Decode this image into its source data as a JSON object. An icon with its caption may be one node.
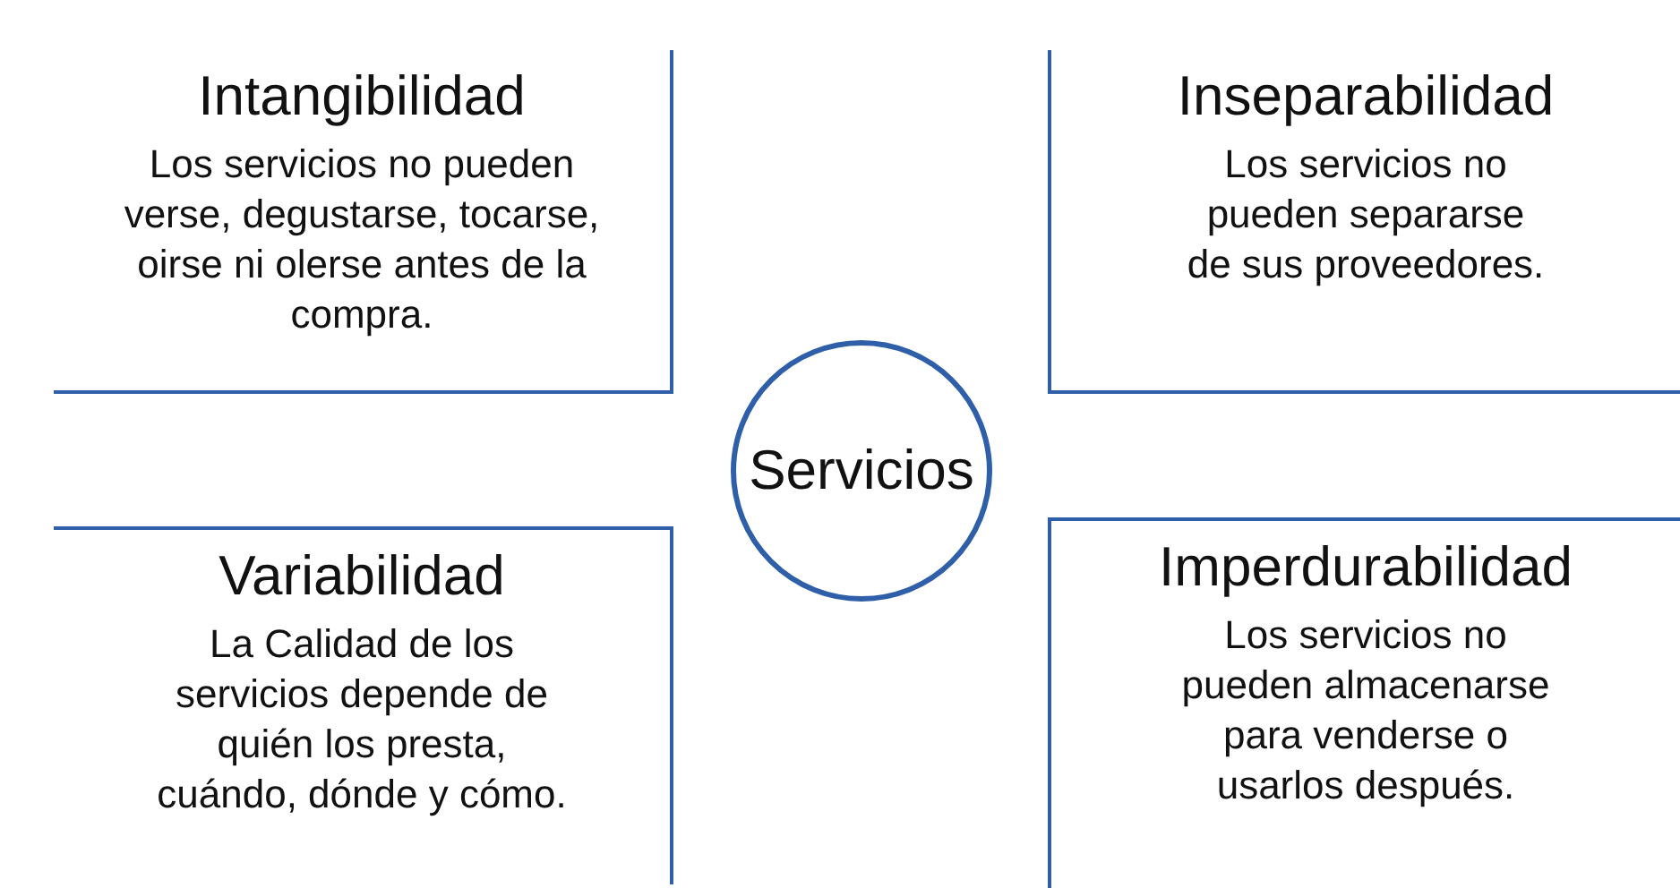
{
  "diagram": {
    "nodes": [
      {
        "text": [
          "Intangibilidad",
          "Los servicios no pueden verse, degustarse, tocarse, oirse ni olerse antes de la compra."
        ]
      },
      {
        "text": [
          "Inseparabilidad",
          "Los servicios no pueden separarse de sus proveedores."
        ]
      },
      {
        "text": [
          "Servicios"
        ]
      },
      {
        "text": [
          "Variabilidad",
          "La Calidad de los servicios depende de quién los presta, cuándo, dónde y cómo."
        ]
      },
      {
        "text": [
          "Imperdurabilidad",
          "Los servicios no pueden almacenarse para venderse o usarlos después."
        ]
      }
    ]
  }
}
